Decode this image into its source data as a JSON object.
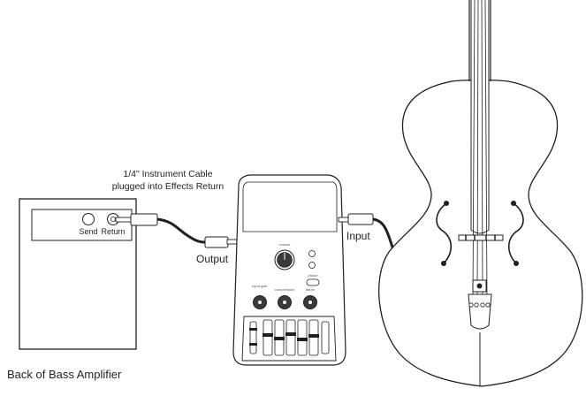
{
  "diagram": {
    "cable_note_line1": "1/4\" Instrument Cable",
    "cable_note_line2": "plugged into Effects Return",
    "amp": {
      "send_label": "Send",
      "return_label": "Return",
      "caption": "Back of Bass Amplifier"
    },
    "preamp": {
      "output_label": "Output",
      "input_label": "Input",
      "volume_label": "volume",
      "input_gain_label": "input gain",
      "compression_label": "compression",
      "phase_label": "phase",
      "depth_label": "depth"
    },
    "icons": [
      "amplifier-icon",
      "preamp-pedal-icon",
      "upright-bass-icon",
      "cable-icon",
      "jack-plug-icon",
      "knob-icon",
      "slider-icon"
    ]
  }
}
